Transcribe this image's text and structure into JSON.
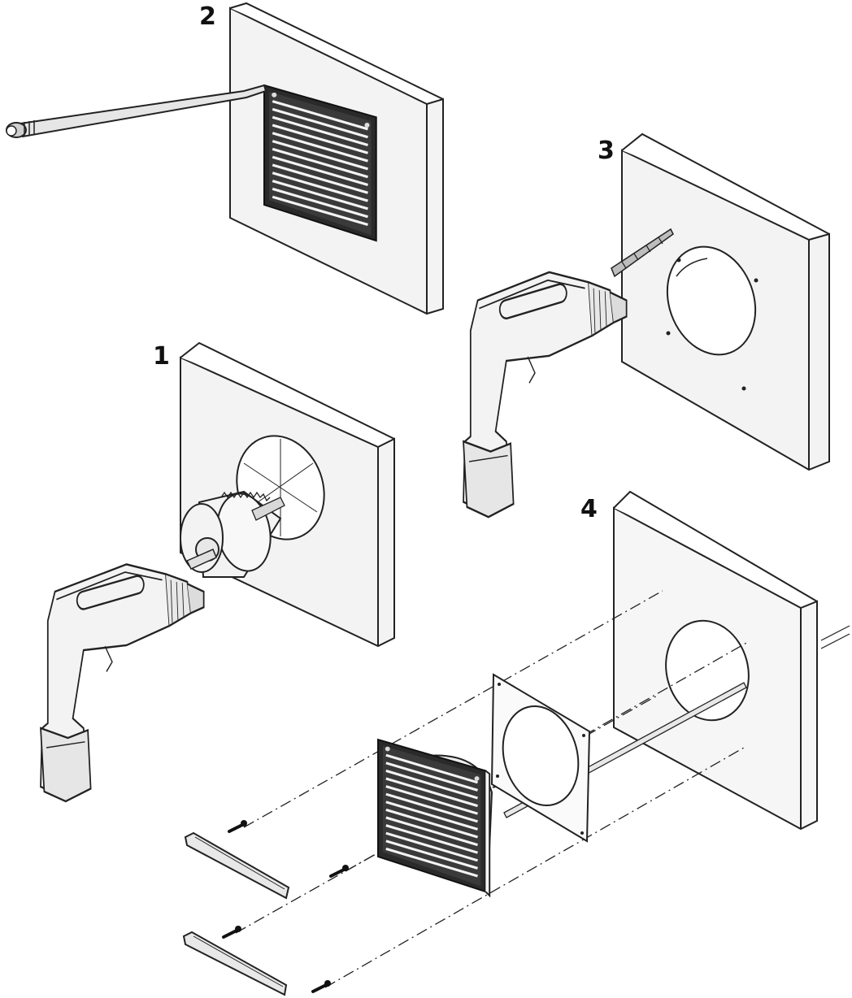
{
  "steps": [
    {
      "label": "1",
      "icons": [
        "wall-panel-icon",
        "hole-saw-icon",
        "power-drill-icon"
      ]
    },
    {
      "label": "2",
      "icons": [
        "wall-panel-icon",
        "louvred-grille-icon",
        "cable-gland-icon"
      ]
    },
    {
      "label": "3",
      "icons": [
        "wall-panel-icon",
        "power-drill-icon",
        "drill-bit-icon"
      ]
    },
    {
      "label": "4",
      "icons": [
        "wall-panel-icon",
        "mounting-plate-icon",
        "louvred-grille-icon",
        "screw-icon",
        "cover-strip-icon"
      ]
    }
  ],
  "colors": {
    "line": "#222222",
    "fill": "#f3f3f3",
    "dark": "#2a2a2a",
    "background": "#ffffff"
  }
}
